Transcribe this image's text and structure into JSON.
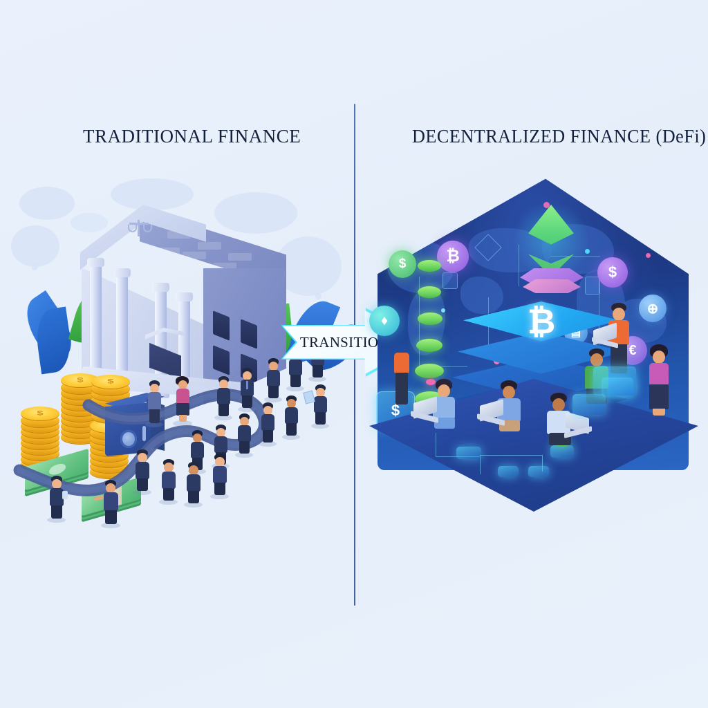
{
  "page": {
    "background_color": "#e8f0fb",
    "divider_color": "#3d5c9e"
  },
  "left_panel": {
    "title": "TRADITIONAL FINANCE",
    "title_color": "#14213d",
    "scene_name": "isometric bank building with queue of customers, coin stacks, cash and a safe",
    "elements": {
      "bank_building": "bank-building",
      "columns_count": 4,
      "coin_stacks": 4,
      "cash_bundles": 2,
      "safe": "safe-vault",
      "queue_people": 20,
      "queue_path": "winding-queue-path",
      "leaves": "decorative-foliage"
    },
    "palette": {
      "building": "#c2cdea",
      "building_shadow": "#7886c0",
      "suit": "#2b3a63",
      "coin_gold": "#f6b826",
      "cash_green": "#6fc98b",
      "safe_blue": "#2f4e9c",
      "leaf_blue": "#2b6fd6",
      "leaf_green": "#43b649",
      "accent_pink": "#d94f8f"
    }
  },
  "center": {
    "arrow_label": "TRANSITION TO",
    "arrow_fill": "#ffffff",
    "arrow_glow": "#41e6ff",
    "direction": "left-to-right"
  },
  "right_panel": {
    "title": "DECENTRALIZED FINANCE (DeFi)",
    "title_color": "#14213d",
    "scene_name": "isometric glowing blockchain hub with world map, crypto tokens and people using laptops",
    "elements": {
      "ethereum_diamond": "ethereum-icon",
      "bitcoin_layer": "bitcoin-layer-stack",
      "world_map": "world-map-backdrop",
      "green_token_column": 7,
      "coin_badges": [
        "bitcoin",
        "dollar",
        "ethereum",
        "globe",
        "euro",
        "chart"
      ],
      "people_with_laptops": 7,
      "platform": "isometric-platform",
      "holograms": "holographic-panels"
    },
    "palette": {
      "panel_dark": "#1c2f6e",
      "panel_mid": "#2256ad",
      "glow_cyan": "#3fd2ff",
      "eth_green": "#5fd87e",
      "token_green": "#6ed45f",
      "badge_purple": "#9b6ae0",
      "badge_pink": "#e76ab4",
      "shirt_orange": "#ec6b34",
      "shirt_green": "#4aa94a",
      "shirt_magenta": "#c85ab8",
      "shirt_blue": "#6f9fe0",
      "platform_blue": "#24459b"
    }
  }
}
